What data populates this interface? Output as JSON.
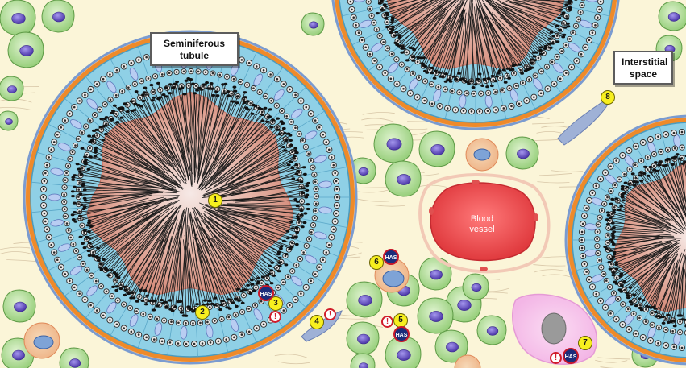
{
  "labels": {
    "seminiferous_tubule": [
      "Seminiferous",
      "tubule"
    ],
    "interstitial_space": [
      "Interstitial",
      "space"
    ],
    "blood_vessel": [
      "Blood",
      "vessel"
    ]
  },
  "markers": [
    {
      "id": "1",
      "text": "1"
    },
    {
      "id": "2",
      "text": "2"
    },
    {
      "id": "3",
      "text": "3"
    },
    {
      "id": "4",
      "text": "4"
    },
    {
      "id": "5",
      "text": "5"
    },
    {
      "id": "6",
      "text": "6"
    },
    {
      "id": "7",
      "text": "7"
    },
    {
      "id": "8",
      "text": "8"
    }
  ],
  "badges": {
    "has_text": "HAS",
    "warning_text": "!"
  },
  "colors": {
    "background": "#fbf5d8",
    "tubule_wall": "#f08a2c",
    "epithelium": "#7fc6df",
    "lumen": "#e2a99a",
    "leydig_cell": "#a9d88f",
    "nucleus": "#5a46b8",
    "blood": "#e8474a",
    "marker": "#f7ef1f",
    "has_badge": "#1b2c7a",
    "warning": "#d01c2a"
  }
}
